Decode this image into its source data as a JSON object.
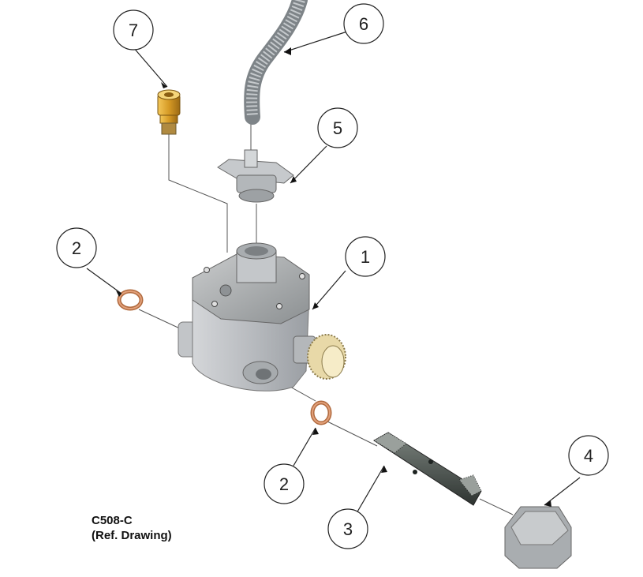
{
  "callouts": [
    {
      "id": "c1",
      "label": "1"
    },
    {
      "id": "c2a",
      "label": "2"
    },
    {
      "id": "c2b",
      "label": "2"
    },
    {
      "id": "c3",
      "label": "3"
    },
    {
      "id": "c4",
      "label": "4"
    },
    {
      "id": "c5",
      "label": "5"
    },
    {
      "id": "c6",
      "label": "6"
    },
    {
      "id": "c7",
      "label": "7"
    }
  ],
  "caption": {
    "code": "C508-C",
    "note": "(Ref. Drawing)"
  },
  "colors": {
    "body": "#b9bcc0",
    "washer": "#d9865a",
    "fitting": "#d9a030",
    "nut": "#e8d9a8",
    "stem": "#4d5550"
  }
}
